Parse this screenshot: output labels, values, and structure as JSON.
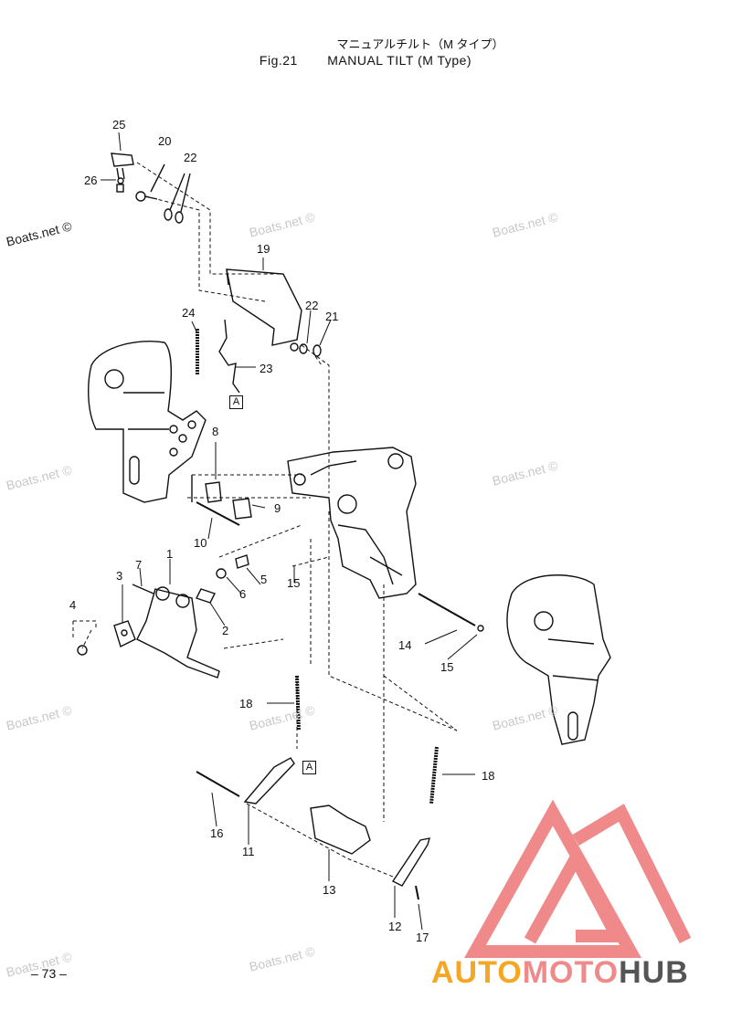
{
  "header": {
    "title_jp": "マニュアルチルト（M タイプ）",
    "fig_label": "Fig.21",
    "title_en": "MANUAL TILT (M Type)"
  },
  "callouts": [
    "25",
    "20",
    "22",
    "26",
    "19",
    "22",
    "21",
    "24",
    "23",
    "8",
    "9",
    "10",
    "7",
    "1",
    "3",
    "4",
    "2",
    "6",
    "5",
    "15",
    "14",
    "15",
    "18",
    "18",
    "16",
    "11",
    "13",
    "12",
    "17"
  ],
  "box_labels": [
    "A",
    "A"
  ],
  "watermark": "Boats.net ©",
  "page_number": "– 73 –",
  "brand": {
    "part1": "AUTO",
    "part2": "MOTO",
    "part3": "HUB",
    "color1": "#f5a623",
    "color2": "#f08a8a",
    "color3": "#555555"
  },
  "colors": {
    "logo": "#f08a8a",
    "line": "#111111"
  }
}
